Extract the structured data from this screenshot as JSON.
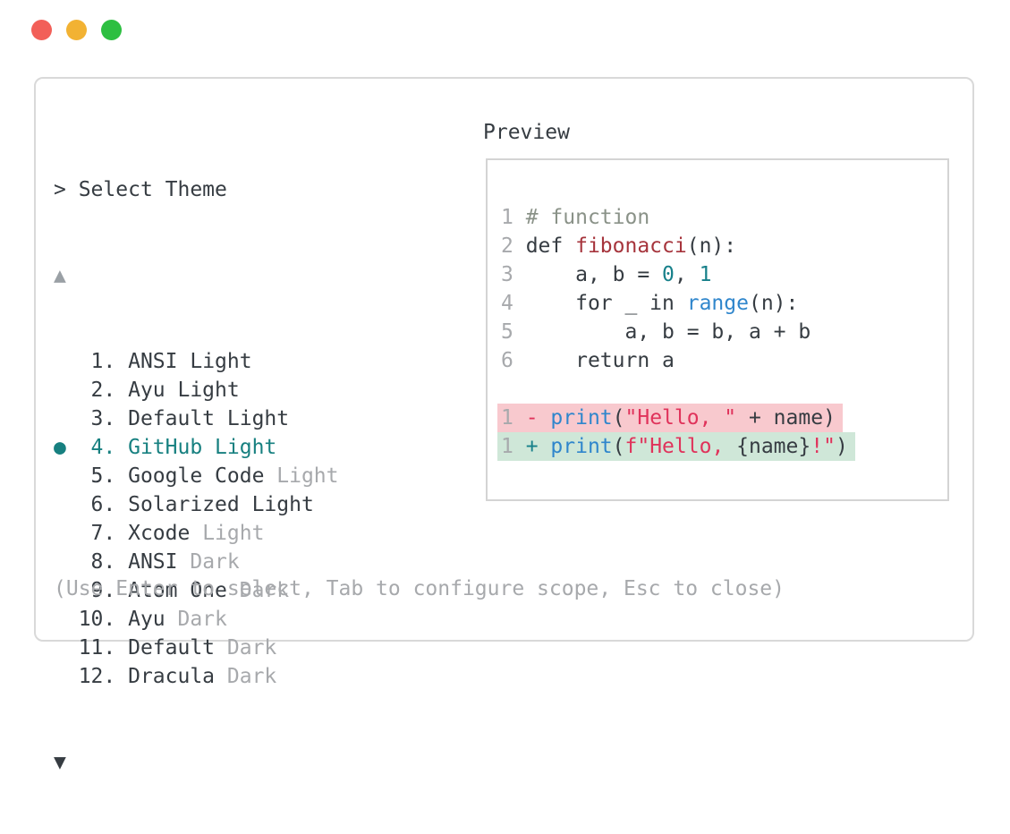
{
  "colors": {
    "accent_teal": "#178080",
    "text_dark": "#363c42",
    "text_dim": "#a7a9ac",
    "scroll_up_arrow": "#9aa0a5",
    "dialog_border": "#d9d9d9",
    "preview_border": "#d4d4d4",
    "traffic_red": "#f25f58",
    "traffic_yellow": "#f2b233",
    "traffic_green": "#2dbf41",
    "syntax": {
      "plain": "#363c42",
      "comment": "#8a9288",
      "func": "#a6343c",
      "number": "#17808a",
      "builtin": "#2f86cc",
      "string": "#e0335b",
      "removed": "#e0335b",
      "added": "#17808a",
      "linenum": "#a7a9ac",
      "removed_bg": "#f8c9ce",
      "added_bg": "#cfe7d8"
    }
  },
  "window": {
    "traffic_lights": [
      {
        "name": "close"
      },
      {
        "name": "minimize"
      },
      {
        "name": "zoom"
      }
    ]
  },
  "palette": {
    "prompt": "> ",
    "title": "Select Theme",
    "scroll_up": "▲",
    "scroll_down": "▼",
    "selected_marker": "●",
    "items": [
      {
        "number": 1,
        "name": "ANSI",
        "variant": "Light",
        "variant_dim": false,
        "selected": false
      },
      {
        "number": 2,
        "name": "Ayu",
        "variant": "Light",
        "variant_dim": false,
        "selected": false
      },
      {
        "number": 3,
        "name": "Default",
        "variant": "Light",
        "variant_dim": false,
        "selected": false
      },
      {
        "number": 4,
        "name": "GitHub",
        "variant": "Light",
        "variant_dim": false,
        "selected": true
      },
      {
        "number": 5,
        "name": "Google Code",
        "variant": "Light",
        "variant_dim": true,
        "selected": false
      },
      {
        "number": 6,
        "name": "Solarized",
        "variant": "Light",
        "variant_dim": false,
        "selected": false
      },
      {
        "number": 7,
        "name": "Xcode",
        "variant": "Light",
        "variant_dim": true,
        "selected": false
      },
      {
        "number": 8,
        "name": "ANSI",
        "variant": "Dark",
        "variant_dim": true,
        "selected": false
      },
      {
        "number": 9,
        "name": "Atom One",
        "variant": "Dark",
        "variant_dim": true,
        "selected": false
      },
      {
        "number": 10,
        "name": "Ayu",
        "variant": "Dark",
        "variant_dim": true,
        "selected": false
      },
      {
        "number": 11,
        "name": "Default",
        "variant": "Dark",
        "variant_dim": true,
        "selected": false
      },
      {
        "number": 12,
        "name": "Dracula",
        "variant": "Dark",
        "variant_dim": true,
        "selected": false
      }
    ],
    "hint": "(Use Enter to select, Tab to configure scope, Esc to close)"
  },
  "preview": {
    "label": "Preview",
    "code_lines": [
      {
        "num": "1",
        "tokens": [
          [
            "comment",
            "# function"
          ]
        ]
      },
      {
        "num": "2",
        "tokens": [
          [
            "plain",
            "def "
          ],
          [
            "func",
            "fibonacci"
          ],
          [
            "plain",
            "(n):"
          ]
        ]
      },
      {
        "num": "3",
        "tokens": [
          [
            "plain",
            "    a, b = "
          ],
          [
            "number",
            "0"
          ],
          [
            "plain",
            ", "
          ],
          [
            "number",
            "1"
          ]
        ]
      },
      {
        "num": "4",
        "tokens": [
          [
            "plain",
            "    for _ in "
          ],
          [
            "builtin",
            "range"
          ],
          [
            "plain",
            "(n):"
          ]
        ]
      },
      {
        "num": "5",
        "tokens": [
          [
            "plain",
            "        a, b = b, a + b"
          ]
        ]
      },
      {
        "num": "6",
        "tokens": [
          [
            "plain",
            "    return a"
          ]
        ]
      }
    ],
    "diff_lines": [
      {
        "num": "1",
        "kind": "removed",
        "tokens": [
          [
            "removed",
            "- "
          ],
          [
            "builtin",
            "print"
          ],
          [
            "plain",
            "("
          ],
          [
            "string",
            "\"Hello, \""
          ],
          [
            "plain",
            " + name)"
          ]
        ]
      },
      {
        "num": "1",
        "kind": "added",
        "tokens": [
          [
            "added",
            "+ "
          ],
          [
            "builtin",
            "print"
          ],
          [
            "plain",
            "("
          ],
          [
            "string",
            "f\"Hello, "
          ],
          [
            "plain",
            "{name}"
          ],
          [
            "string",
            "!\""
          ],
          [
            "plain",
            ")"
          ]
        ]
      }
    ]
  }
}
